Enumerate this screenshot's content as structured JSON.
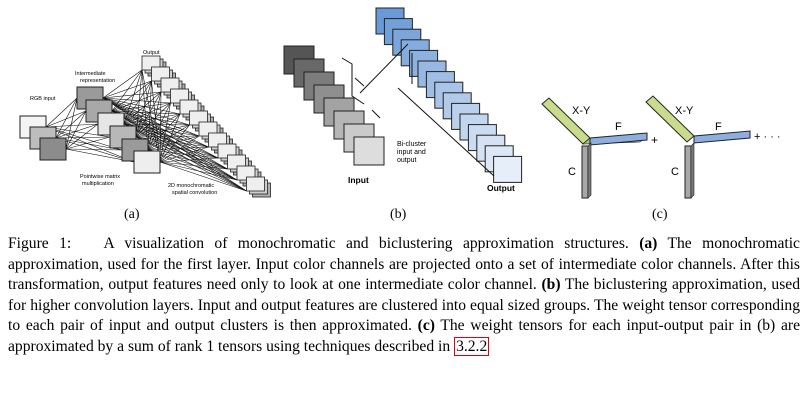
{
  "panels": {
    "a": {
      "label": "(a)",
      "rgb_input": "RGB input",
      "intermediate": "Intermediate representation",
      "output": "Output",
      "pointwise": "Pointwise matrix multiplication",
      "conv": "2D monochromatic spatial convolution"
    },
    "b": {
      "label": "(b)",
      "input": "Input",
      "bicluster": "Bi-cluster input and output",
      "output": "Output"
    },
    "c": {
      "label": "(c)",
      "xy1": "X-Y",
      "f1": "F",
      "c1": "C",
      "plus1": "+",
      "xy2": "X-Y",
      "f2": "F",
      "c2": "C",
      "plus_more": "+ · · ·"
    }
  },
  "caption": {
    "figure_label": "Figure 1:",
    "intro": "A visualization of monochromatic and biclustering approximation structures.",
    "a_tag": "(a)",
    "a_text": "The monochromatic approximation, used for the first layer. Input color channels are projected onto a set of intermediate color channels. After this transformation, output features need only to look at one intermediate color channel.",
    "b_tag": "(b)",
    "b_text": "The biclustering approximation, used for higher convolution layers. Input and output features are clustered into equal sized groups. The weight tensor corresponding to each pair of input and output clusters is then approximated.",
    "c_tag": "(c)",
    "c_text": "The weight tensors for each input-output pair in (b) are approximated by a sum of rank 1 tensors using techniques described in",
    "ref": "3.2.2"
  },
  "colors": {
    "gray_dark": "#555555",
    "gray_light": "#dddddd",
    "blue_dark": "#6a9ad6",
    "blue_light": "#e6eef9",
    "green_bar": "#c8dc8c",
    "blue_bar": "#8eaee0",
    "gray_bar": "#a0a0a0",
    "ref_box": "#e0000a"
  }
}
